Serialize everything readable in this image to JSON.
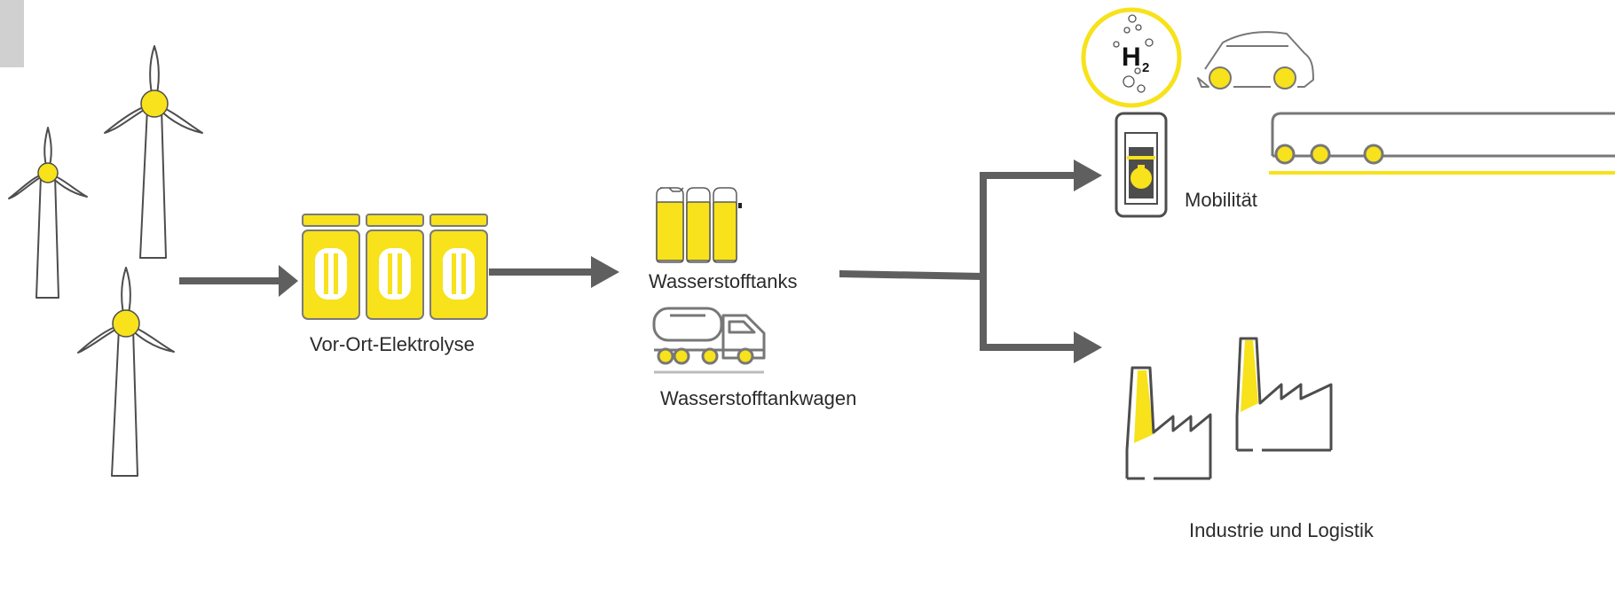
{
  "labels": {
    "electrolysis": "Vor-Ort-Elektrolyse",
    "tanks": "Wasserstofftanks",
    "tanker": "Wasserstofftankwagen",
    "mobility": "Mobilität",
    "industry": "Industrie und Logistik"
  },
  "h2_badge": {
    "letter": "H",
    "subscript": "2"
  },
  "colors": {
    "accent_yellow": "#f7e21b",
    "line_gray": "#4d4d4d",
    "arrow_gray": "#5f5f5f",
    "corner_tab": "#d0d0d0"
  },
  "icons": [
    "wind-turbine-icon",
    "electrolyzer-icon",
    "hydrogen-tanks-icon",
    "tanker-truck-icon",
    "h2-molecule-icon",
    "car-icon",
    "fuel-pump-icon",
    "bus-icon",
    "factory-icon"
  ]
}
